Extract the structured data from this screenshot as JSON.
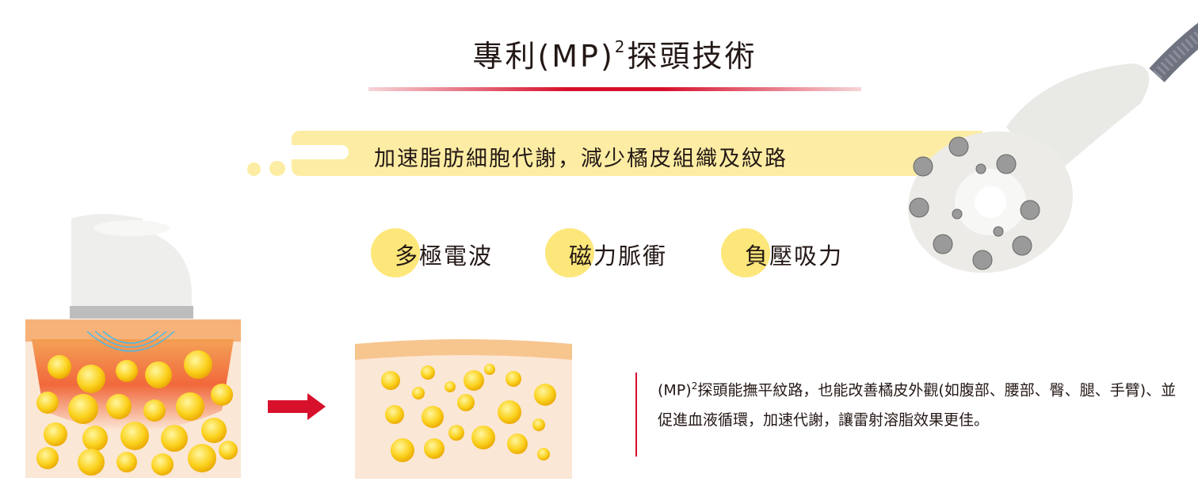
{
  "header": {
    "title_prefix": "專利(MP)",
    "title_superscript": "2",
    "title_suffix": "探頭技術"
  },
  "banner": {
    "text": "加速脂肪細胞代謝，減少橘皮組織及紋路"
  },
  "features": [
    {
      "label": "多極電波"
    },
    {
      "label": "磁力脈衝"
    },
    {
      "label": "負壓吸力"
    }
  ],
  "description": {
    "prefix": "(MP)",
    "superscript": "2",
    "body": "探頭能撫平紋路，也能改善橘皮外觀(如腹部、腰部、臀、腿、手臂)、並促進血液循環，加速代謝，讓雷射溶脂效果更佳。"
  },
  "colors": {
    "accent_red": "#d7102c",
    "banner_yellow": "#fdeda4",
    "feature_yellow": "#fde77a",
    "skin": "#fbe7d5"
  }
}
